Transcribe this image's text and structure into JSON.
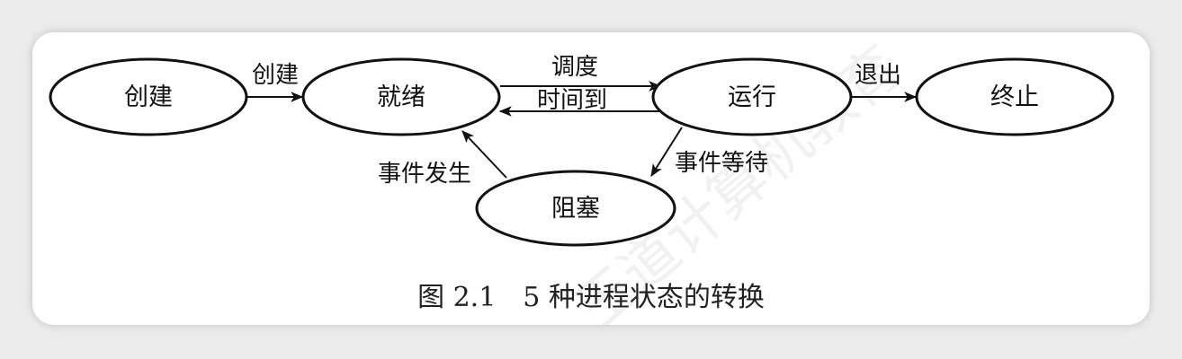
{
  "nodes": {
    "create": "创建",
    "ready": "就绪",
    "running": "运行",
    "terminated": "终止",
    "blocked": "阻塞"
  },
  "edges": {
    "create_to_ready": "创建",
    "dispatch": "调度",
    "timeout": "时间到",
    "exit": "退出",
    "event_wait": "事件等待",
    "event_occurs": "事件发生"
  },
  "caption": "图 2.1　5 种进程状态的转换",
  "watermark": "王道计算机教育"
}
